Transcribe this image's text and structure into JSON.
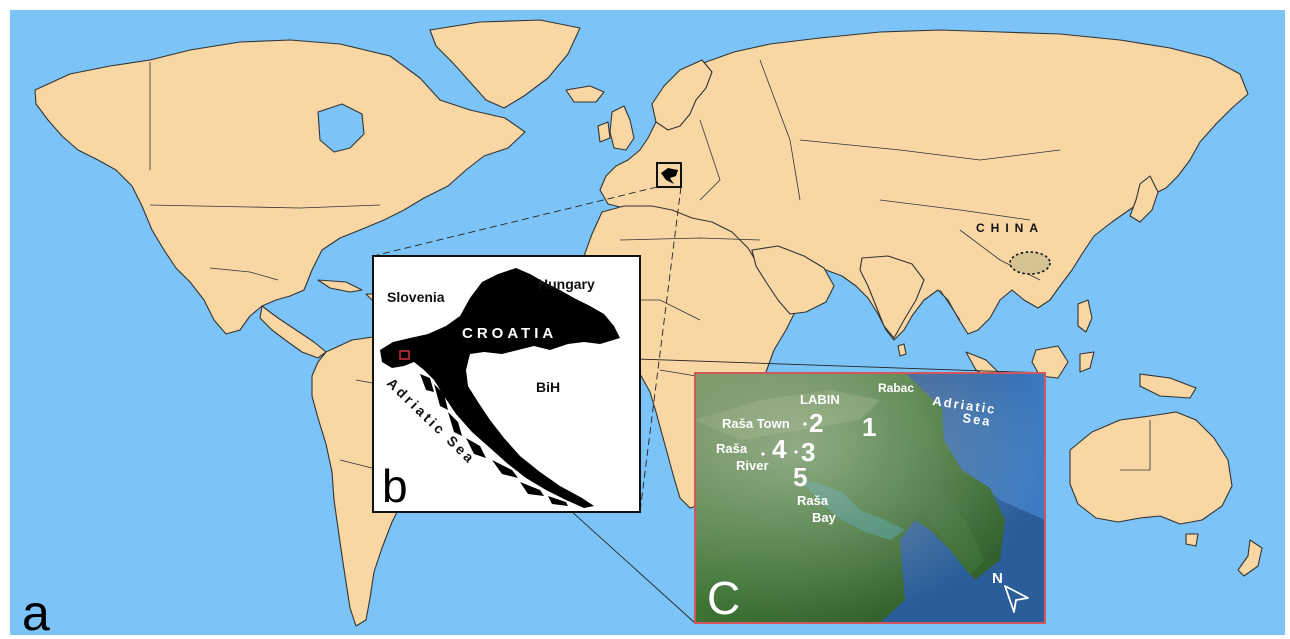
{
  "panels": {
    "a": {
      "letter": "a"
    },
    "b": {
      "letter": "b",
      "labels": {
        "slovenia": "Slovenia",
        "hungary": "Hungary",
        "croatia": "CROATIA",
        "bih": "BiH",
        "adriatic": "Adriatic Sea"
      }
    },
    "c": {
      "letter": "C",
      "labels": {
        "labin": "LABIN",
        "rabac": "Rabac",
        "adriatic_line1": "Adriatic",
        "adriatic_line2": "Sea",
        "rasa_town": "Raša Town",
        "rasa_river_line1": "Raša",
        "rasa_river_line2": "River",
        "rasa_bay_line1": "Raša",
        "rasa_bay_line2": "Bay",
        "north": "N"
      },
      "sites": [
        "1",
        "2",
        "3",
        "4",
        "5"
      ]
    }
  },
  "labels": {
    "china": "CHINA"
  },
  "colors": {
    "ocean": "#7cc4f8",
    "land": "#f8d7a4",
    "border": "#333333",
    "croatia": "#000000",
    "inset_frame": "#d0585c",
    "marker": "#e03040",
    "region": "#d6c394",
    "satellite_green": "#3f7a3a",
    "satellite_sea": "#2a5d9a"
  }
}
